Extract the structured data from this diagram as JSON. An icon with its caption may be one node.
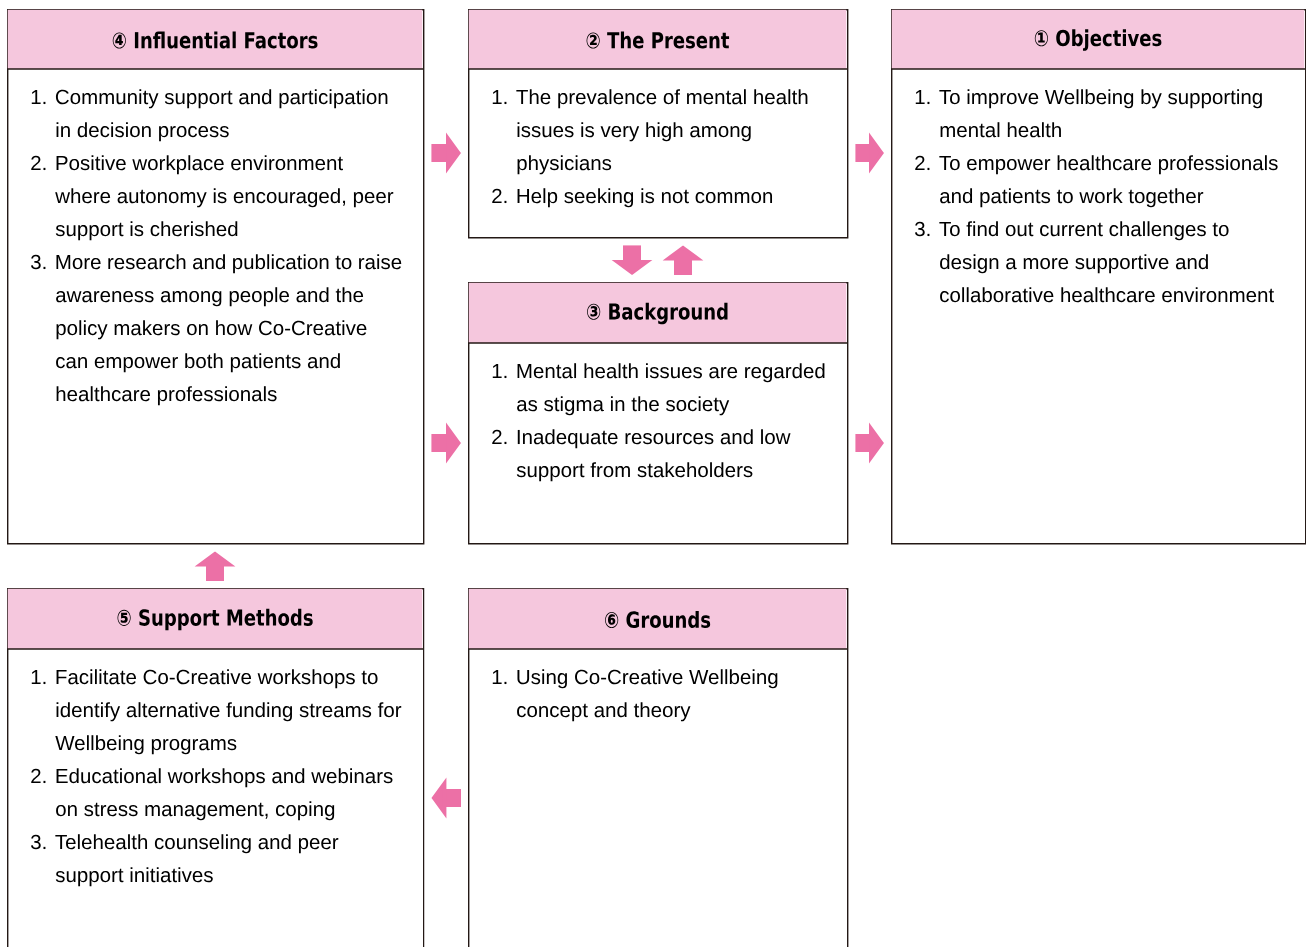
{
  "diagram": {
    "nodes": [
      {
        "text": [
          "④ Influential Factors",
          "1. Community support and participation in decision process",
          "2. Positive workplace environment where autonomy is encouraged, peer support is cherished",
          "3. More research and publication to raise awareness among people and the policy makers on how Co-Creative can empower both patients and healthcare professionals"
        ]
      },
      {
        "text": [
          "② The Present",
          "1. The prevalence of mental health issues is very high among physicians",
          "2. Help seeking is not common"
        ]
      },
      {
        "text": [
          "① Objectives",
          "1. To improve Wellbeing by supporting mental health",
          "2. To empower healthcare professionals and patients to work together",
          "3. To find out current challenges to design a more supportive and collaborative healthcare environment"
        ]
      },
      {
        "text": [
          "③ Background",
          "1. Mental health issues are regarded as stigma in the society",
          "2. Inadequate resources and low support from stakeholders"
        ]
      },
      {
        "text": [
          "⑤ Support Methods",
          "1. Facilitate Co-Creative workshops to identify alternative funding streams for Wellbeing programs",
          "2. Educational workshops and webinars on stress management, coping",
          "3. Telehealth counseling and peer support initiatives"
        ]
      },
      {
        "text": [
          "⑥ Grounds",
          "1. Using Co-Creative Wellbeing concept and theory"
        ]
      }
    ],
    "edges": [
      {
        "from": 0,
        "to": 1,
        "arrow": "to"
      },
      {
        "from": 0,
        "to": 3,
        "arrow": "to"
      },
      {
        "from": 1,
        "to": 2,
        "arrow": "to"
      },
      {
        "from": 3,
        "to": 2,
        "arrow": "to"
      },
      {
        "from": 1,
        "to": 3,
        "arrow": "to"
      },
      {
        "from": 3,
        "to": 1,
        "arrow": "to"
      },
      {
        "from": 4,
        "to": 0,
        "arrow": "to"
      },
      {
        "from": 5,
        "to": 4,
        "arrow": "to"
      }
    ]
  }
}
